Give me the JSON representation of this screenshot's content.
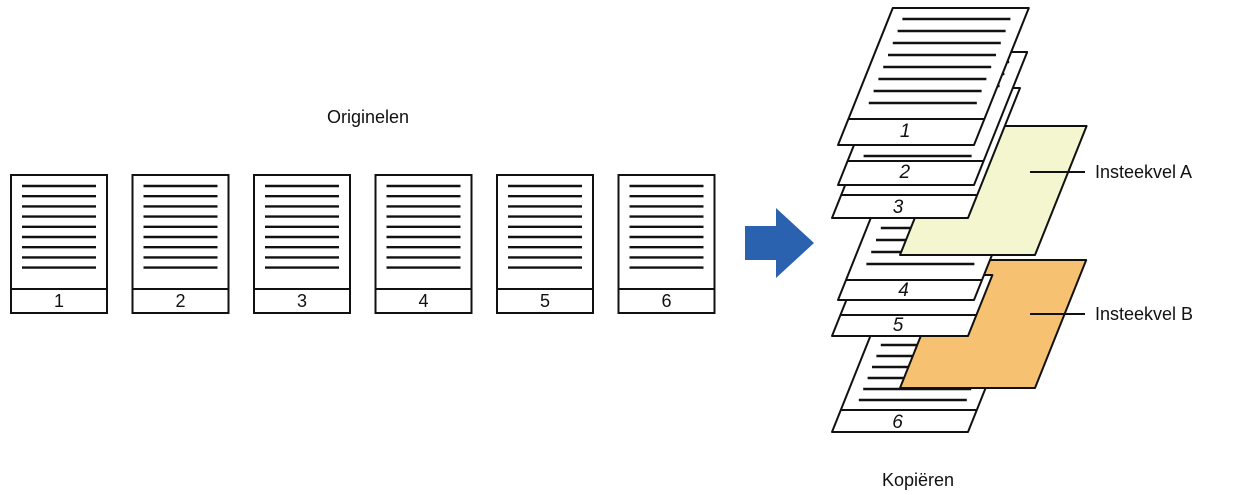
{
  "originals": {
    "title": "Originelen",
    "pages": [
      "1",
      "2",
      "3",
      "4",
      "5",
      "6"
    ]
  },
  "copies": {
    "title": "Kopiëren",
    "pages": [
      "1",
      "2",
      "3",
      "4",
      "5",
      "6"
    ]
  },
  "inserts": {
    "a": {
      "label": "Insteekvel A",
      "color": "#f4f6cf"
    },
    "b": {
      "label": "Insteekvel B",
      "color": "#f6c272"
    }
  },
  "arrow_color": "#2a62b0"
}
